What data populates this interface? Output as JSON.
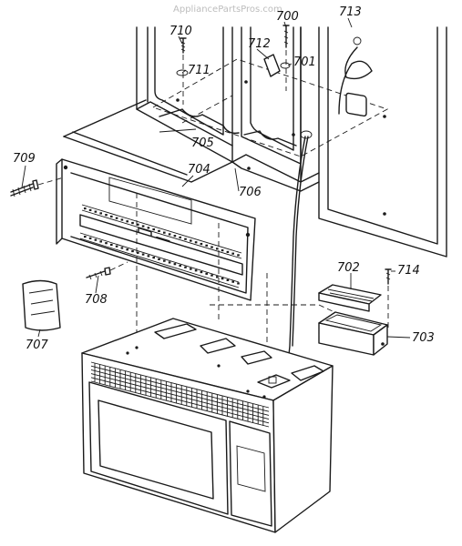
{
  "watermark": "AppliancePartsPros.com",
  "parts": [
    {
      "id": "p700",
      "number": "700"
    },
    {
      "id": "p701",
      "number": "701"
    },
    {
      "id": "p702",
      "number": "702"
    },
    {
      "id": "p703",
      "number": "703"
    },
    {
      "id": "p704",
      "number": "704"
    },
    {
      "id": "p705",
      "number": "705"
    },
    {
      "id": "p706",
      "number": "706"
    },
    {
      "id": "p707",
      "number": "707"
    },
    {
      "id": "p708",
      "number": "708"
    },
    {
      "id": "p709",
      "number": "709"
    },
    {
      "id": "p710",
      "number": "710"
    },
    {
      "id": "p711",
      "number": "711"
    },
    {
      "id": "p712",
      "number": "712"
    },
    {
      "id": "p713",
      "number": "713"
    },
    {
      "id": "p714",
      "number": "714"
    }
  ]
}
